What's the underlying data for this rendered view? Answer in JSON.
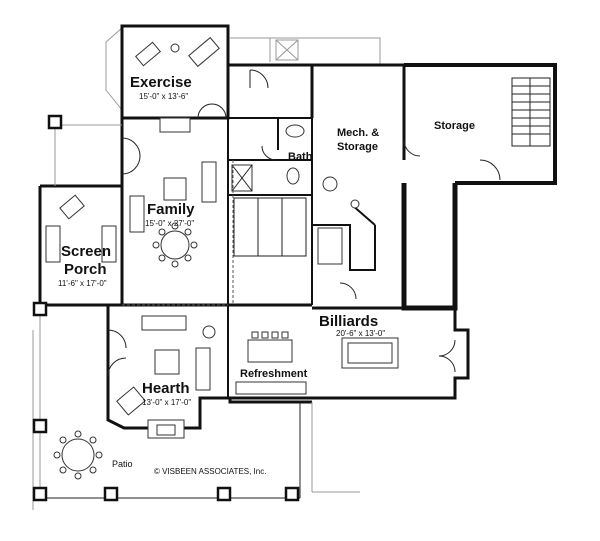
{
  "rooms": {
    "exercise": {
      "name": "Exercise",
      "dims": "15'-0\" x 13'-6\""
    },
    "family": {
      "name": "Family",
      "dims": "15'-0\" x 27'-0\""
    },
    "screen_porch": {
      "name_line1": "Screen",
      "name_line2": "Porch",
      "dims": "11'-6\" x 17'-0\""
    },
    "hearth": {
      "name": "Hearth",
      "dims": "13'-0\" x 17'-0\""
    },
    "billiards": {
      "name": "Billiards",
      "dims": "20'-6\" x 13'-0\""
    },
    "mech_storage": {
      "name_line1": "Mech. &",
      "name_line2": "Storage"
    },
    "storage": {
      "name": "Storage"
    },
    "bath": {
      "name": "Bath"
    },
    "refreshment": {
      "name": "Refreshment"
    },
    "patio": {
      "name": "Patio"
    }
  },
  "copyright": "© VISBEEN ASSOCIATES, Inc.",
  "colors": {
    "wall": "#111111",
    "background": "#ffffff",
    "fixture": "#777777"
  }
}
